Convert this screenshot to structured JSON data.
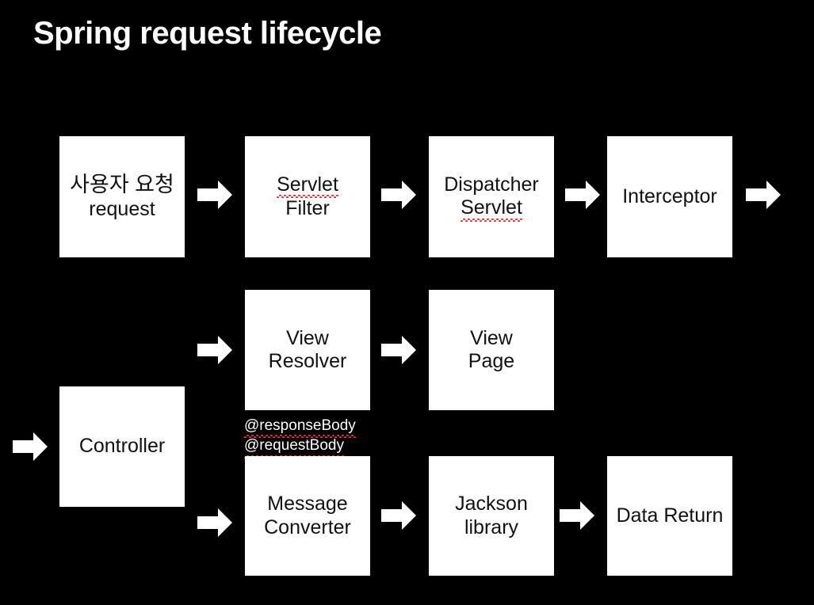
{
  "title": "Spring request lifecycle",
  "theme": {
    "background": "#000000",
    "box_fill": "#ffffff",
    "box_text": "#111111",
    "title_text": "#ffffff",
    "arrow_fill": "#ffffff",
    "spellcheck_underline": "#e03030"
  },
  "nodes": [
    {
      "id": "user-request",
      "lines": [
        "사용자 요청",
        "request"
      ],
      "misspelled": []
    },
    {
      "id": "servlet-filter",
      "lines": [
        "Servlet",
        "Filter"
      ],
      "misspelled": [
        "Servlet"
      ]
    },
    {
      "id": "dispatcher-servlet",
      "lines": [
        "Dispatcher",
        "Servlet"
      ],
      "misspelled": [
        "Servlet"
      ]
    },
    {
      "id": "interceptor",
      "lines": [
        "Interceptor"
      ],
      "misspelled": []
    },
    {
      "id": "controller",
      "lines": [
        "Controller"
      ],
      "misspelled": []
    },
    {
      "id": "view-resolver",
      "lines": [
        "View",
        "Resolver"
      ],
      "misspelled": []
    },
    {
      "id": "view-page",
      "lines": [
        "View",
        "Page"
      ],
      "misspelled": []
    },
    {
      "id": "message-converter",
      "lines": [
        "Message",
        "Converter"
      ],
      "misspelled": []
    },
    {
      "id": "jackson-library",
      "lines": [
        "Jackson",
        "library"
      ],
      "misspelled": []
    },
    {
      "id": "data-return",
      "lines": [
        "Data Return"
      ],
      "misspelled": []
    }
  ],
  "node_text": {
    "user_request_l1": "사용자 요청",
    "user_request_l2": "request",
    "servlet_filter_l1": "Servlet",
    "servlet_filter_l2": "Filter",
    "dispatcher_servlet_l1": "Dispatcher",
    "dispatcher_servlet_l2": "Servlet",
    "interceptor_l1": "Interceptor",
    "controller_l1": "Controller",
    "view_resolver_l1": "View",
    "view_resolver_l2": "Resolver",
    "view_page_l1": "View",
    "view_page_l2": "Page",
    "message_converter_l1": "Message",
    "message_converter_l2": "Converter",
    "jackson_library_l1": "Jackson",
    "jackson_library_l2": "library",
    "data_return_l1": "Data Return"
  },
  "annotations": {
    "response_body": "@responseBody",
    "request_body": "@requestBody"
  },
  "arrows": [
    {
      "id": "user-request-to-servlet-filter",
      "direction": "right"
    },
    {
      "id": "servlet-filter-to-dispatcher-servlet",
      "direction": "right"
    },
    {
      "id": "dispatcher-servlet-to-interceptor",
      "direction": "right"
    },
    {
      "id": "interceptor-to-offscreen",
      "direction": "right"
    },
    {
      "id": "offscreen-to-controller",
      "direction": "right"
    },
    {
      "id": "controller-to-view-resolver",
      "direction": "right"
    },
    {
      "id": "view-resolver-to-view-page",
      "direction": "right"
    },
    {
      "id": "controller-to-message-converter",
      "direction": "right"
    },
    {
      "id": "message-converter-to-jackson-library",
      "direction": "right"
    },
    {
      "id": "jackson-library-to-data-return",
      "direction": "right"
    }
  ]
}
